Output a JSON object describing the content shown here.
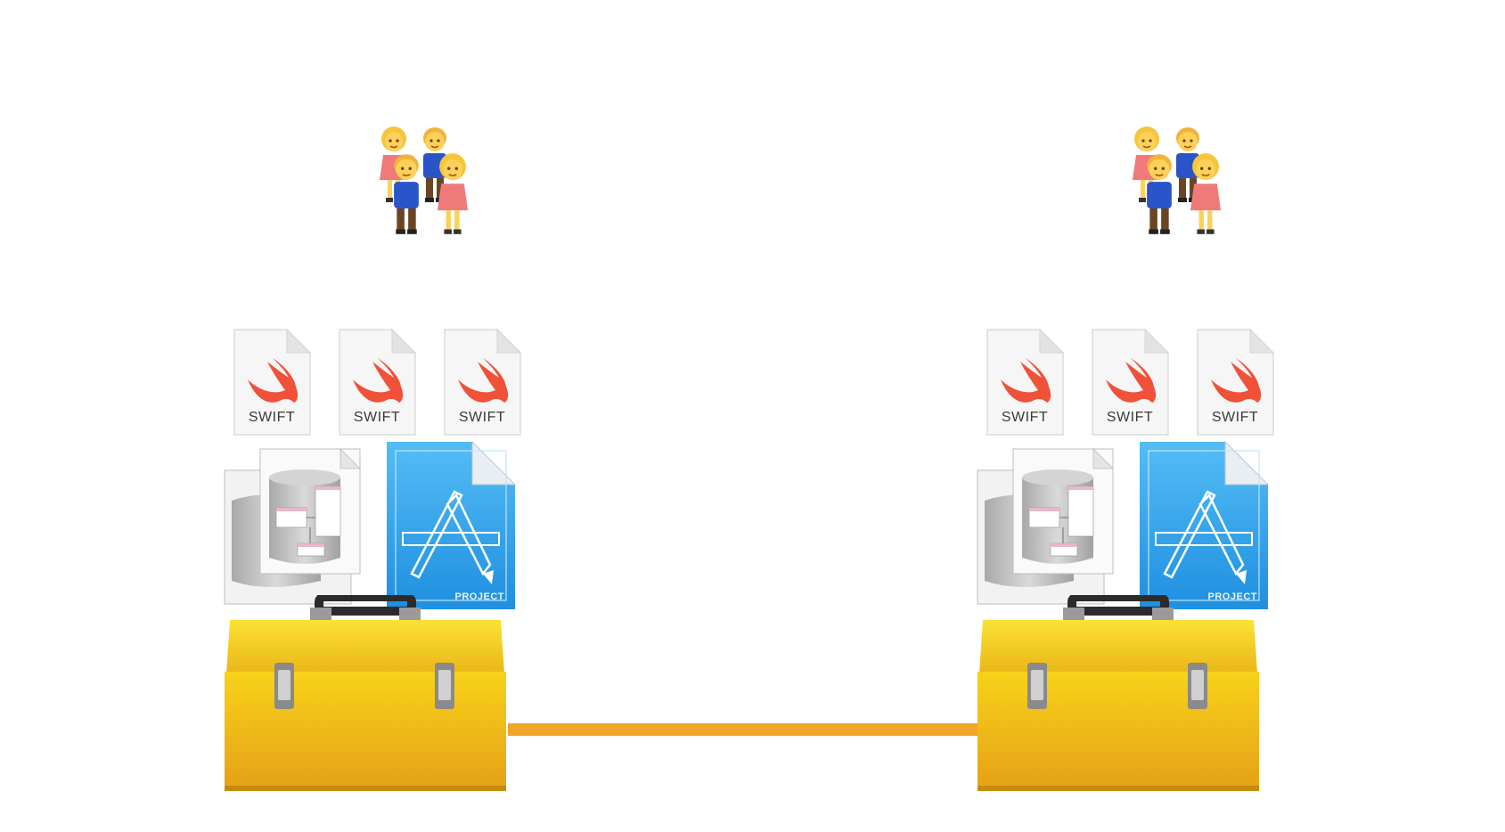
{
  "colors": {
    "connector": "#f2a628",
    "toolbox": "#f2c311",
    "swift": "#f05138",
    "project": "#33a8ee"
  },
  "groups": [
    {
      "id": "left",
      "people_icon": "family-icon",
      "swift_files": [
        {
          "label": "SWIFT"
        },
        {
          "label": "SWIFT"
        },
        {
          "label": "SWIFT"
        }
      ],
      "data_model_icon": "core-data-model-icon",
      "project": {
        "icon": "xcode-project-icon",
        "label": "PROJECT"
      },
      "toolbox_icon": "toolbox-icon"
    },
    {
      "id": "right",
      "people_icon": "family-icon",
      "swift_files": [
        {
          "label": "SWIFT"
        },
        {
          "label": "SWIFT"
        },
        {
          "label": "SWIFT"
        }
      ],
      "data_model_icon": "core-data-model-icon",
      "project": {
        "icon": "xcode-project-icon",
        "label": "PROJECT"
      },
      "toolbox_icon": "toolbox-icon"
    }
  ],
  "connector": {
    "icon": "connection-line"
  }
}
